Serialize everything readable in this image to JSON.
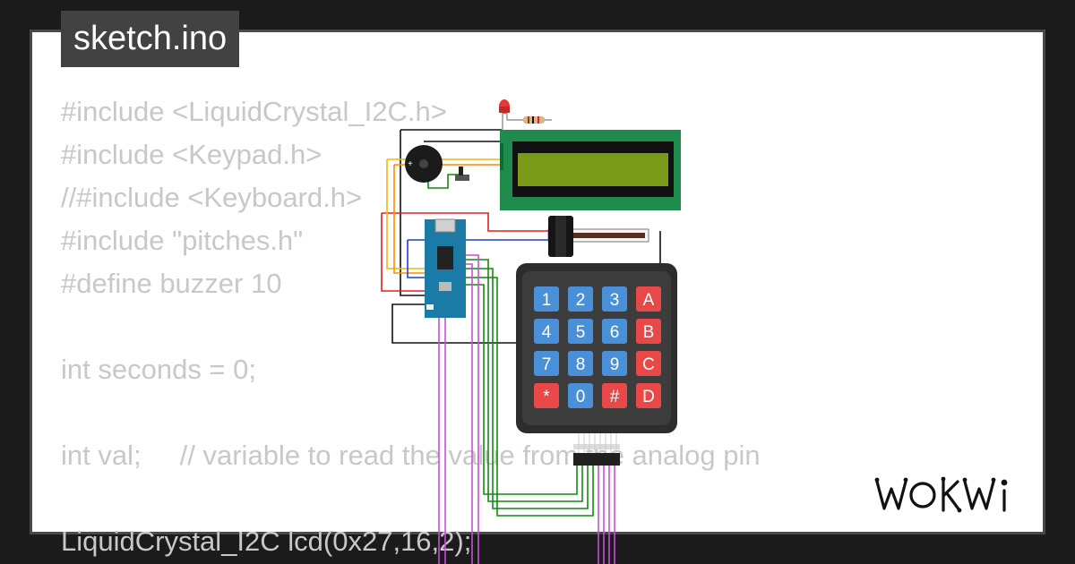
{
  "tab": {
    "title": "sketch.ino"
  },
  "code_lines": [
    "#include <LiquidCrystal_I2C.h>",
    "#include <Keypad.h>",
    "//#include <Keyboard.h>",
    "#include \"pitches.h\"",
    "#define buzzer 10",
    "",
    "int seconds = 0;",
    "",
    "int val;     // variable to read the value from the analog pin",
    "",
    "LiquidCrystal_I2C lcd(0x27,16,2);"
  ],
  "keypad": {
    "keys": [
      "1",
      "2",
      "3",
      "A",
      "4",
      "5",
      "6",
      "B",
      "7",
      "8",
      "9",
      "C",
      "*",
      "0",
      "#",
      "D"
    ],
    "colors": {
      "digit": "#4a90d9",
      "letter": "#e84848"
    }
  },
  "brand": {
    "logo": "WOKWI",
    "color": "#111111"
  },
  "colors": {
    "background": "#1b1b1b",
    "card": "#ffffff",
    "tab": "#424242",
    "code_text": "#c8c8c8",
    "lcd_board": "#1e8a4c",
    "lcd_screen": "#7a9a1a",
    "nano_board": "#1b7ba6",
    "keypad_body": "#2d2d2d"
  }
}
